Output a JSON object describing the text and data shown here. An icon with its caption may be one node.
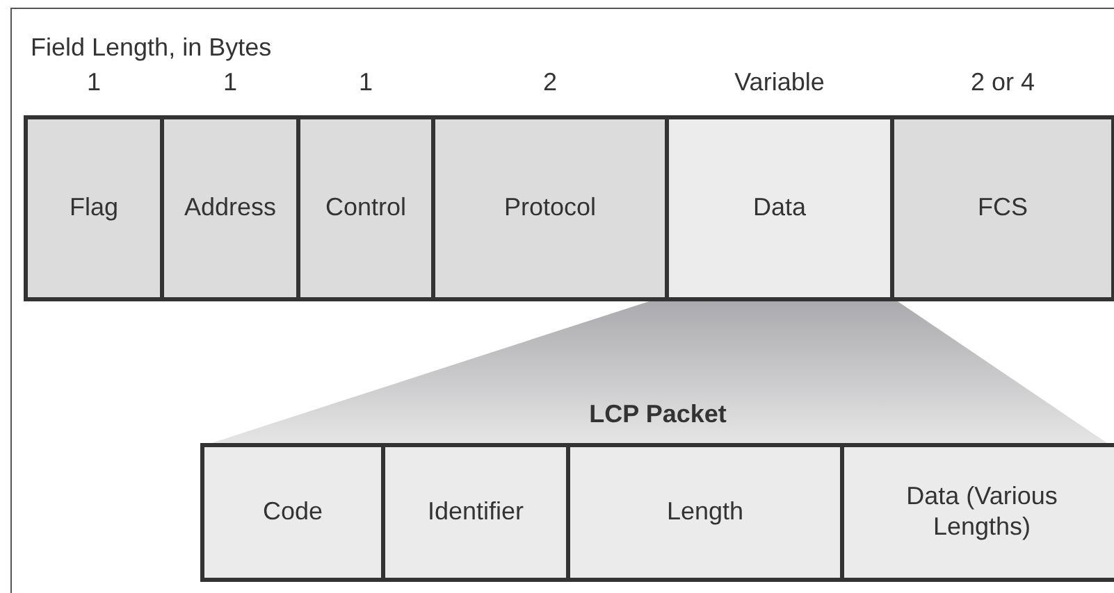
{
  "diagram": {
    "nodes": [
      {
        "text": [
          "Flag"
        ],
        "beside": [
          "1"
        ]
      },
      {
        "text": [
          "Address"
        ],
        "beside": [
          "1"
        ]
      },
      {
        "text": [
          "Control"
        ],
        "beside": [
          "1"
        ]
      },
      {
        "text": [
          "Protocol"
        ],
        "beside": [
          "2"
        ]
      },
      {
        "text": [
          "Data"
        ],
        "beside": [
          "Variable"
        ]
      },
      {
        "text": [
          "FCS"
        ],
        "beside": [
          "2 or 4"
        ]
      },
      {
        "text": [
          "LCP Packet"
        ]
      },
      {
        "text": [
          "Code"
        ],
        "in": 6
      },
      {
        "text": [
          "Identifier"
        ],
        "in": 6
      },
      {
        "text": [
          "Length"
        ],
        "in": 6
      },
      {
        "text": [
          "Data (Various Lengths)"
        ],
        "in": 6
      }
    ],
    "labels": [
      "Field Length, in Bytes"
    ]
  }
}
